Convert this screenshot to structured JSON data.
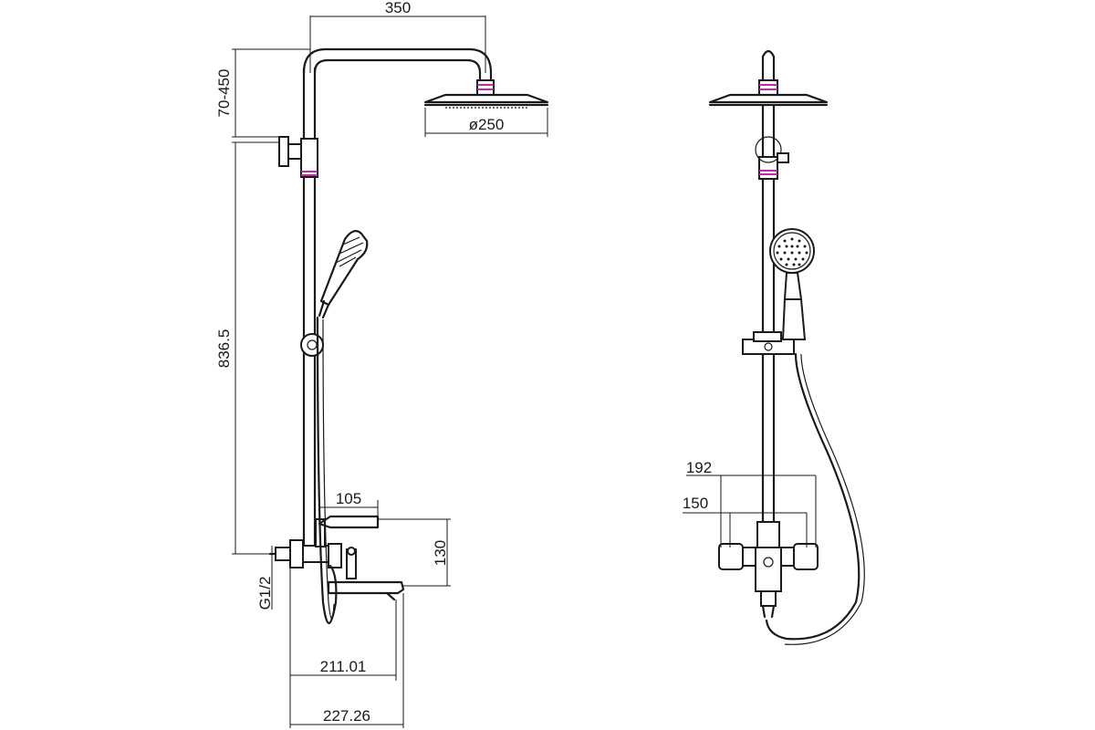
{
  "dimensions": {
    "arm_length": "350",
    "height_adjust": "70-450",
    "head_diameter": "ø250",
    "rail_height": "836.5",
    "mixer_width": "105",
    "mixer_height": "130",
    "inlet_thread": "G1/2",
    "spout_projection": "211.01",
    "overall_projection": "227.26",
    "centers_max": "192",
    "centers_min": "150"
  },
  "colors": {
    "line": "#1a1a1a",
    "connector_accent": "#c02aa8",
    "background": "#ffffff"
  }
}
